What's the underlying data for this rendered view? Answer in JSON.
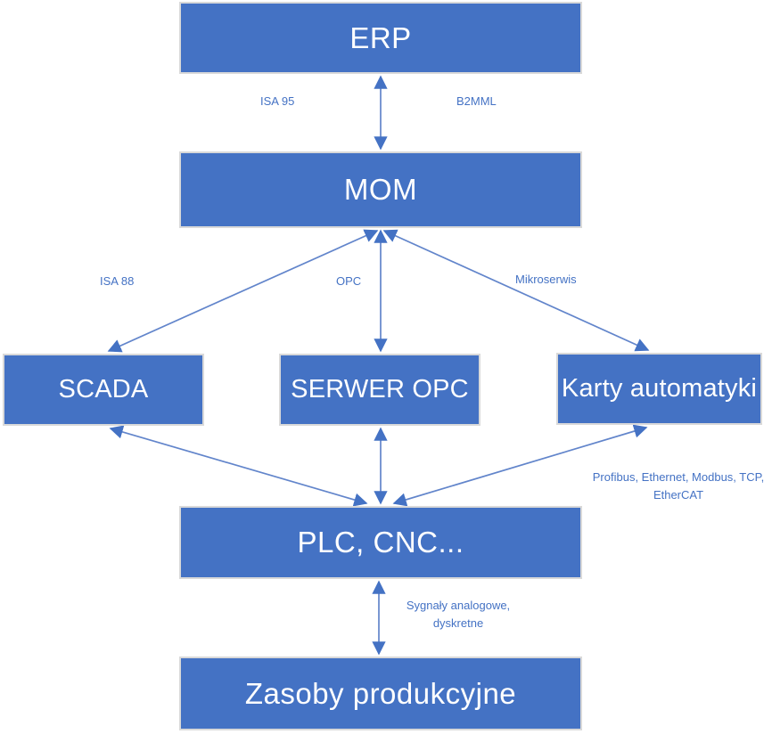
{
  "diagram": {
    "type": "hierarchy-flow-diagram",
    "topic": "Industrial automation system layers",
    "nodes": {
      "erp": {
        "label": "ERP"
      },
      "mom": {
        "label": "MOM"
      },
      "scada": {
        "label": "SCADA"
      },
      "serwer_opc": {
        "label": "SERWER OPC"
      },
      "karty": {
        "label": "Karty automatyki"
      },
      "plc": {
        "label": "PLC, CNC..."
      },
      "zasoby": {
        "label": "Zasoby produkcyjne"
      }
    },
    "connector_labels": {
      "isa95": "ISA 95",
      "b2mml": "B2MML",
      "isa88": "ISA 88",
      "opc": "OPC",
      "mikroserwis": "Mikroserwis",
      "fieldbus": "Profibus, Ethernet, Modbus, TCP, EtherCAT",
      "signals": "Sygnały analogowe, dyskretne"
    },
    "connections": [
      {
        "from": "erp",
        "to": "mom",
        "style": "double-arrow",
        "labels": [
          "ISA 95",
          "B2MML"
        ]
      },
      {
        "from": "mom",
        "to": "scada",
        "style": "double-arrow",
        "labels": [
          "ISA 88"
        ]
      },
      {
        "from": "mom",
        "to": "serwer_opc",
        "style": "double-arrow",
        "labels": [
          "OPC"
        ]
      },
      {
        "from": "mom",
        "to": "karty",
        "style": "double-arrow",
        "labels": [
          "Mikroserwis"
        ]
      },
      {
        "from": "scada",
        "to": "plc",
        "style": "double-arrow",
        "labels": []
      },
      {
        "from": "serwer_opc",
        "to": "plc",
        "style": "double-arrow",
        "labels": [
          "Profibus, Ethernet, Modbus, TCP, EtherCAT"
        ]
      },
      {
        "from": "karty",
        "to": "plc",
        "style": "double-arrow",
        "labels": []
      },
      {
        "from": "plc",
        "to": "zasoby",
        "style": "double-arrow",
        "labels": [
          "Sygnały analogowe, dyskretne"
        ]
      }
    ],
    "colors": {
      "box_fill": "#4472C4",
      "box_border": "#D9D9D9",
      "box_text": "#FFFFFF",
      "connector_line": "#6285CB",
      "arrowhead": "#4472C4",
      "label_text": "#4472C4",
      "background": "#FFFFFF"
    }
  }
}
